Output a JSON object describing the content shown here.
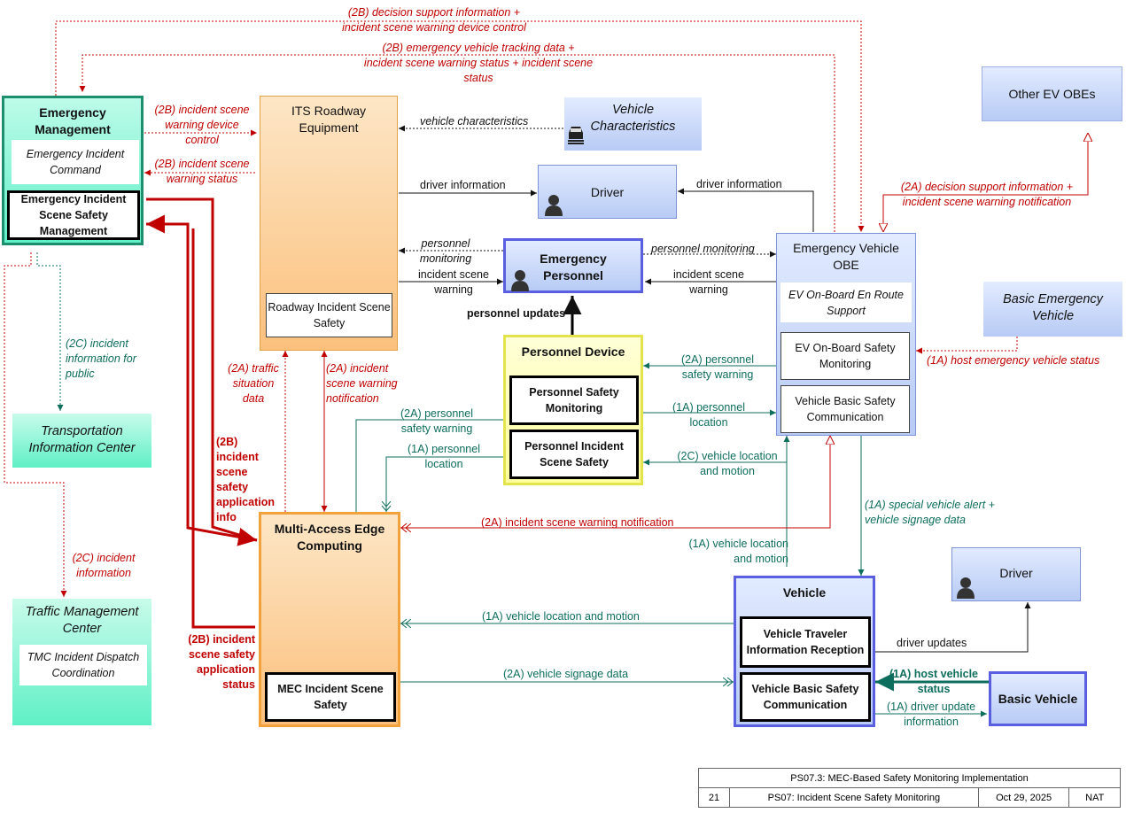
{
  "nodes": {
    "emergency_management": {
      "title": "Emergency Management",
      "sub1": "Emergency Incident Command",
      "sub2": "Emergency Incident Scene Safety Management"
    },
    "its_roadway": {
      "title": "ITS Roadway Equipment",
      "sub1": "Roadway Incident Scene Safety"
    },
    "vehicle_characteristics": {
      "title": "Vehicle Characteristics"
    },
    "driver_top": {
      "title": "Driver"
    },
    "other_ev_obes": {
      "title": "Other EV OBEs"
    },
    "emergency_personnel": {
      "title": "Emergency Personnel"
    },
    "ev_obe": {
      "title": "Emergency Vehicle OBE",
      "sub1": "EV On-Board En Route Support",
      "sub2": "EV On-Board Safety Monitoring",
      "sub3": "Vehicle Basic Safety Communication"
    },
    "basic_emergency_vehicle": {
      "title": "Basic Emergency Vehicle"
    },
    "personnel_device": {
      "title": "Personnel Device",
      "sub1": "Personnel Safety Monitoring",
      "sub2": "Personnel Incident Scene Safety"
    },
    "tic": {
      "title": "Transportation Information Center"
    },
    "mec": {
      "title": "Multi-Access Edge Computing",
      "sub1": "MEC Incident Scene Safety"
    },
    "tmc": {
      "title": "Traffic Management Center",
      "sub1": "TMC Incident Dispatch Coordination"
    },
    "vehicle": {
      "title": "Vehicle",
      "sub1": "Vehicle Traveler Information Reception",
      "sub2": "Vehicle Basic Safety Communication"
    },
    "driver_bottom": {
      "title": "Driver"
    },
    "basic_vehicle": {
      "title": "Basic Vehicle"
    }
  },
  "flows": {
    "f1": "(2B) decision support information + incident scene warning device control",
    "f2": "(2B) emergency vehicle tracking data + incident scene warning status + incident scene status",
    "f3": "(2B) incident scene warning device control",
    "f4": "(2B) incident scene warning status",
    "f5": "vehicle characteristics",
    "f6": "driver information",
    "f7": "driver information",
    "f8": "(2A) decision support information + incident scene warning notification",
    "f9": "personnel monitoring",
    "f10": "personnel monitoring",
    "f11": "incident scene warning",
    "f12": "incident scene warning",
    "f13": "personnel updates",
    "f14": "(2A) personnel safety warning",
    "f15": "(1A) personnel location",
    "f16": "(2C) vehicle location and motion",
    "f17": "(2A) personnel safety warning",
    "f18": "(1A) personnel location",
    "f19": "(2A) traffic situation data",
    "f20": "(2A) incident scene warning notification",
    "f21": "(2B) incident scene safety application info",
    "f22": "(2A) incident scene warning notification",
    "f23": "(1A) host emergency vehicle status",
    "f24": "(1A) special vehicle alert + vehicle signage data",
    "f25": "(1A) vehicle location and motion",
    "f26": "(1A) vehicle location and motion",
    "f27": "(2A) vehicle signage data",
    "f28": "(2B) incident scene safety application status",
    "f29": "(2C) incident information for public",
    "f30": "(2C) incident information",
    "f31": "driver updates",
    "f32": "(1A) host vehicle status",
    "f33": "(1A) driver update information"
  },
  "footer": {
    "title": "PS07.3: MEC-Based Safety Monitoring Implementation",
    "page": "21",
    "name": "PS07: Incident Scene Safety Monitoring",
    "date": "Oct 29, 2025",
    "org": "NAT"
  },
  "colors": {
    "red_flow": "#c00000",
    "green_flow": "#0d6e5d",
    "center_fill": "#7fffd4",
    "field_fill": "#fbc88a",
    "vehicle_fill": "#c9d7fb",
    "personnel_device_fill": "#ffffb0"
  }
}
